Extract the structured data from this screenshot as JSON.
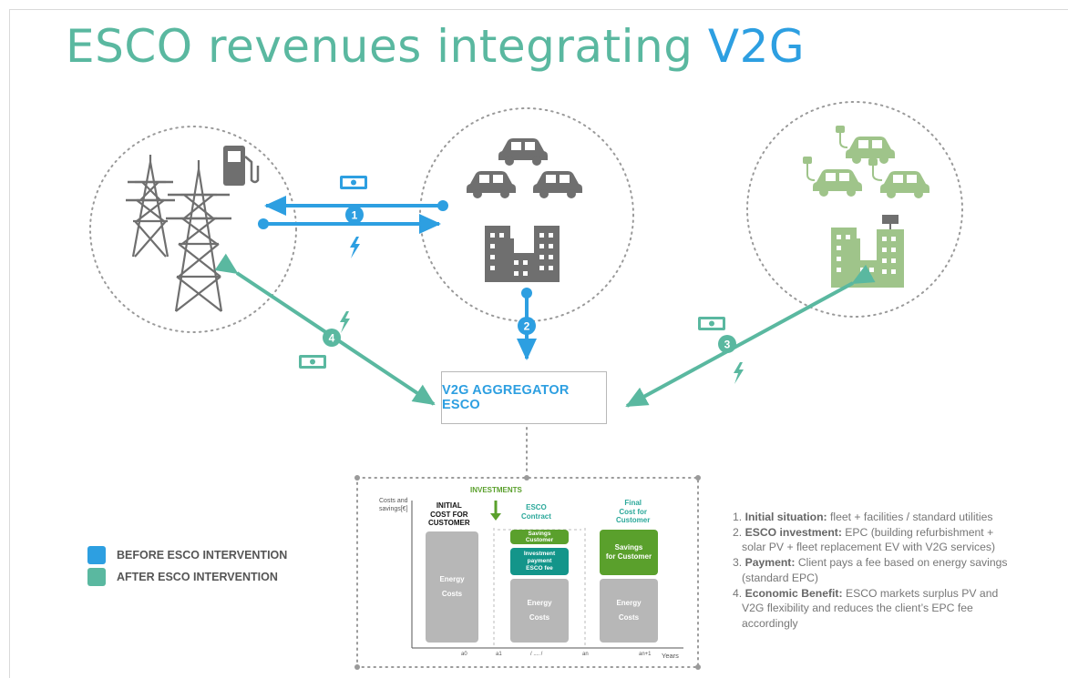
{
  "title": {
    "prefix": "ESCO revenues integrating ",
    "highlight": "V2G"
  },
  "aggregator": {
    "label": "V2G AGGREGATOR ESCO"
  },
  "flows": [
    {
      "step": "1"
    },
    {
      "step": "2"
    },
    {
      "step": "3"
    },
    {
      "step": "4"
    }
  ],
  "legend": [
    {
      "label": "BEFORE ESCO INTERVENTION",
      "color": "#2d9fe1"
    },
    {
      "label": "AFTER ESCO INTERVENTION",
      "color": "#5ab8a0"
    }
  ],
  "colors": {
    "blue": "#2d9fe1",
    "teal": "#5ab8a0",
    "green": "#9fc48a",
    "gray": "#6f6f6f"
  },
  "chart": {
    "ylabel": "Costs and\nsavings[€]",
    "xlabel": "Years",
    "investments": "INVESTMENTS",
    "initial_cost": "INITIAL\nCOST FOR\nCUSTOMER",
    "esco_contract": "ESCO\nContract",
    "final_cost": "Final\nCost for\nCustomer",
    "energy_costs": "Energy\nCosts",
    "savings_customer_small": "Savings\nCustomer",
    "investment_payment": "Investment\npayment\nESCO fee",
    "savings_customer": "Savings\nfor Customer",
    "ticks": [
      "a0",
      "a1",
      "/ .... /",
      "an",
      "an+1"
    ]
  },
  "notes": [
    {
      "num": "1.",
      "bold": "Initial situation:",
      "text": " fleet + facilities / standard utilities",
      "cont": ""
    },
    {
      "num": "2.",
      "bold": "ESCO investment:",
      "text": " EPC (building refurbishment +",
      "cont": "solar PV + fleet  replacement EV with V2G services)"
    },
    {
      "num": "3.",
      "bold": "Payment:",
      "text": " Client pays a fee based on energy savings",
      "cont": "(standard EPC)"
    },
    {
      "num": "4.",
      "bold": "Economic Benefit:",
      "text": " ESCO markets surplus PV and",
      "cont": "V2G flexibility and reduces the client’s EPC fee\naccordingly"
    }
  ]
}
